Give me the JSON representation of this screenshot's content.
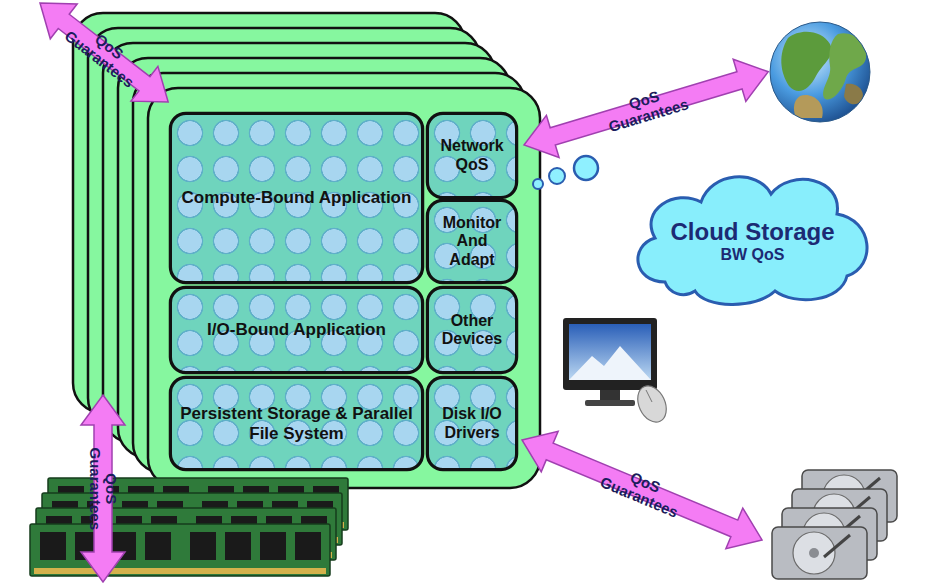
{
  "diagram": {
    "nodes": [
      {
        "text": [
          "Compute-Bound Application"
        ]
      },
      {
        "text": [
          "Network QoS"
        ]
      },
      {
        "text": [
          "Monitor And Adapt"
        ]
      },
      {
        "text": [
          "I/O-Bound Application"
        ]
      },
      {
        "text": [
          "Other Devices"
        ]
      },
      {
        "text": [
          "Persistent Storage & Parallel File System"
        ]
      },
      {
        "text": [
          "Disk I/O Drivers"
        ]
      },
      {
        "text": [
          "Cloud Storage",
          "BW QoS"
        ]
      }
    ],
    "labels": [
      "QoS Guarantees",
      "QoS Guarantees",
      "QoS Guarantees",
      "QoS Guarantees"
    ]
  }
}
